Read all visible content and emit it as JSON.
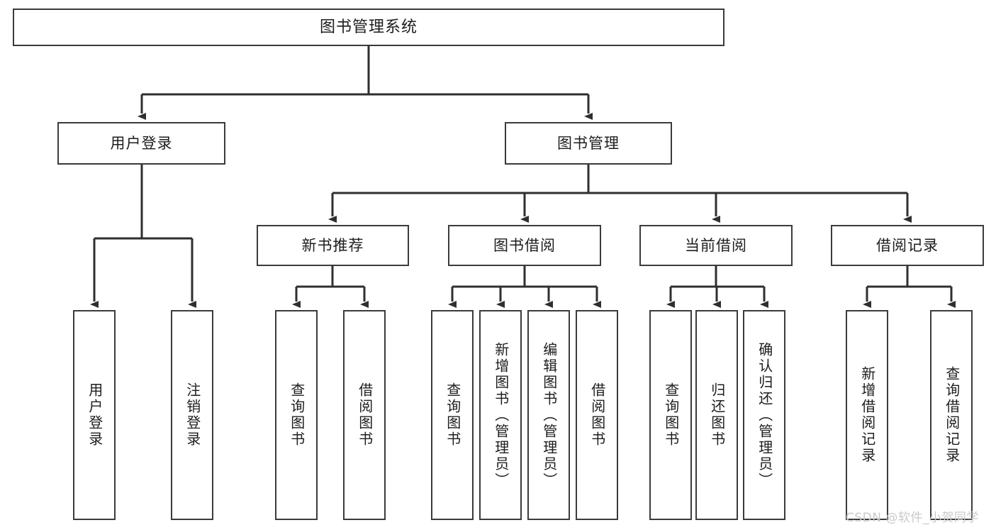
{
  "diagram": {
    "title": "图书管理系统",
    "type": "hierarchy-tree",
    "levels": 4,
    "root": {
      "label": "图书管理系统"
    },
    "level2": [
      {
        "label": "用户登录"
      },
      {
        "label": "图书管理"
      }
    ],
    "level3": [
      {
        "label": "新书推荐"
      },
      {
        "label": "图书借阅"
      },
      {
        "label": "当前借阅"
      },
      {
        "label": "借阅记录"
      }
    ],
    "leaves": {
      "user_login": [
        {
          "label": "用户登录"
        },
        {
          "label": "注销登录"
        }
      ],
      "new_book_recommend": [
        {
          "label": "查询图书"
        },
        {
          "label": "借阅图书"
        }
      ],
      "book_borrow": [
        {
          "label": "查询图书"
        },
        {
          "label": "新增图书（管理员）"
        },
        {
          "label": "编辑图书（管理员）"
        },
        {
          "label": "借阅图书"
        }
      ],
      "current_borrow": [
        {
          "label": "查询图书"
        },
        {
          "label": "归还图书"
        },
        {
          "label": "确认归还（管理员）"
        }
      ],
      "borrow_record": [
        {
          "label": "新增借阅记录"
        },
        {
          "label": "查询借阅记录"
        }
      ]
    }
  },
  "watermark": {
    "text": "CSDN @软件_小贺同学"
  },
  "colors": {
    "stroke": "#3b3b3b",
    "fill": "#ffffff",
    "text": "#1d1d1d",
    "watermark": "#c9c9c9"
  }
}
